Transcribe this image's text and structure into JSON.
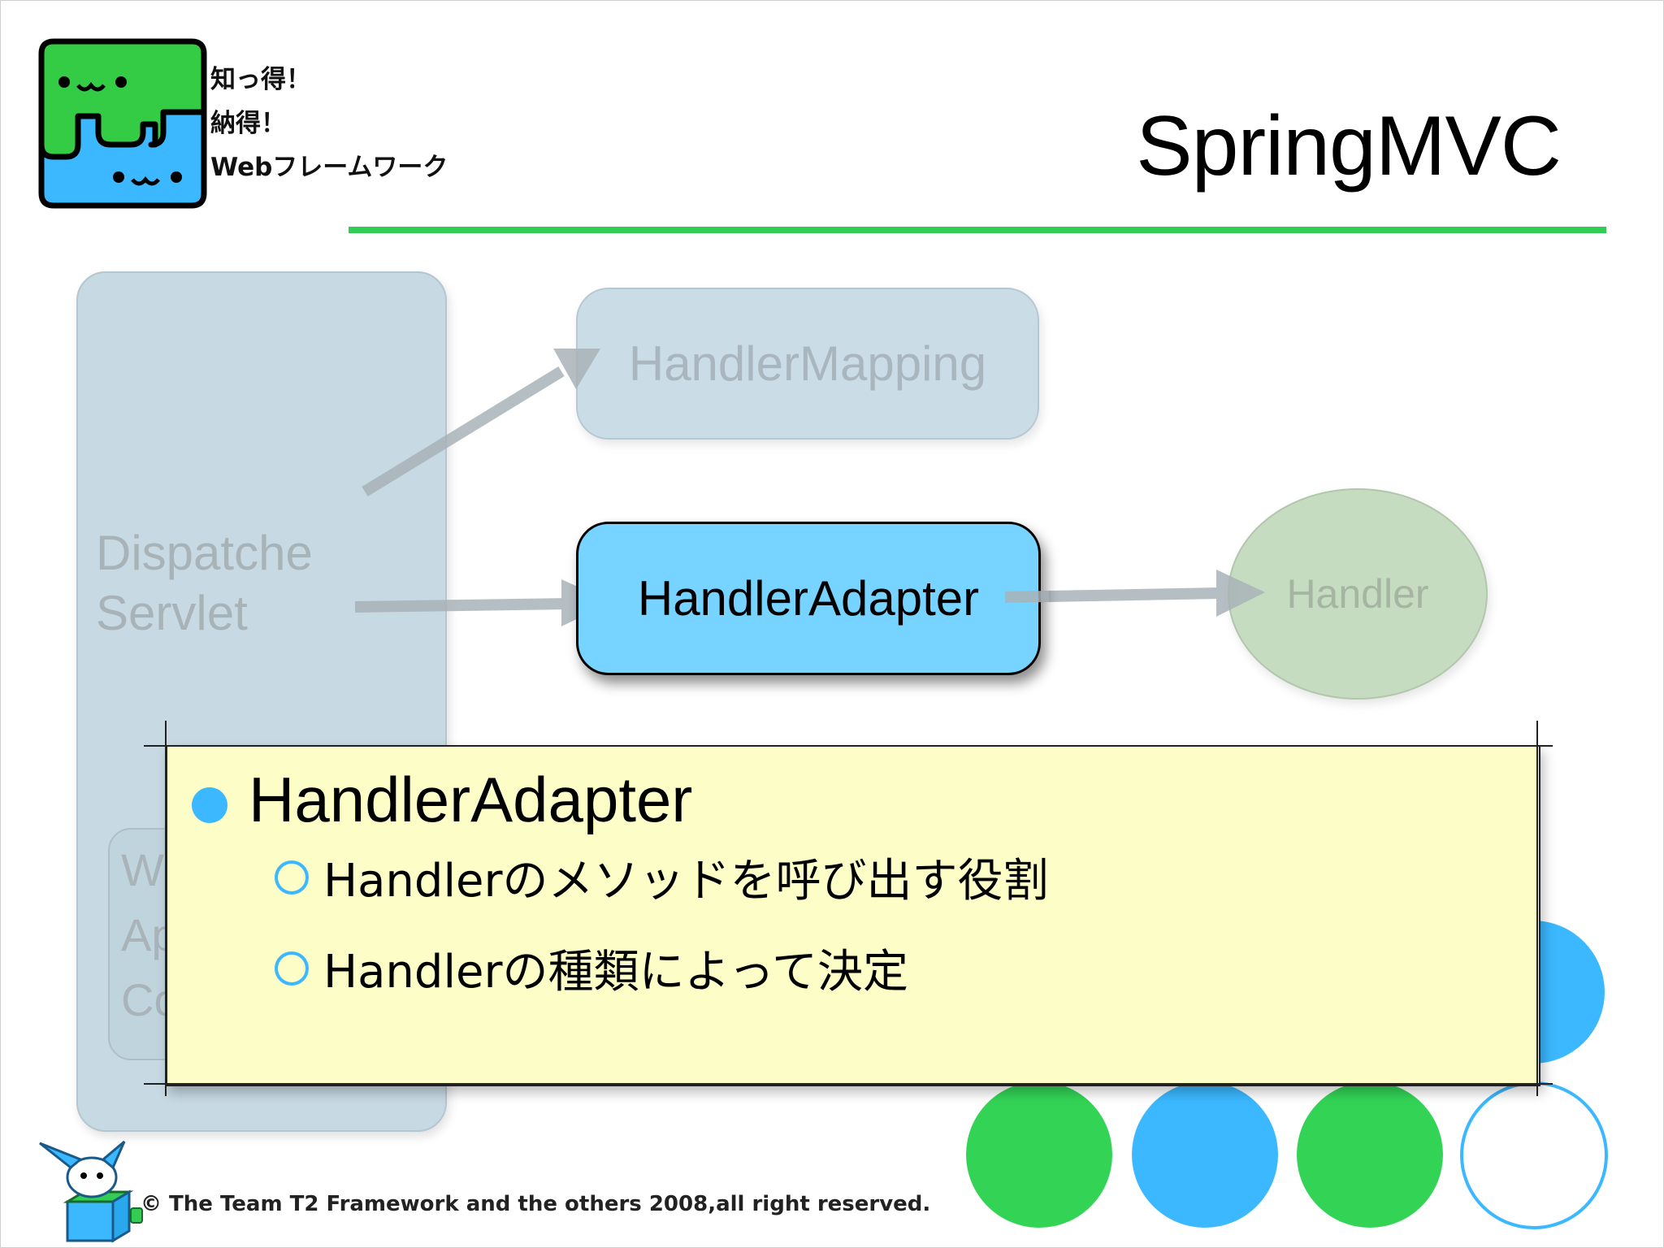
{
  "logo": {
    "lines": [
      "知っ得！",
      "納得！",
      "Webフレームワーク"
    ]
  },
  "title": "SpringMVC",
  "diagram": {
    "dispatcher_label": "Dispatche\nServlet",
    "webapp_label": "W\nAp\nCo",
    "handler_mapping": "HandlerMapping",
    "handler_adapter": "HandlerAdapter",
    "handler": "Handler"
  },
  "callout": {
    "heading": "HandlerAdapter",
    "items": [
      "Handlerのメソッドを呼び出す役割",
      "Handlerの種類によって決定"
    ]
  },
  "footer": {
    "copyright": "© The Team T2 Framework and the others 2008,all right reserved."
  },
  "colors": {
    "accent_green": "#33cc55",
    "accent_blue": "#3bb8ff",
    "callout_bg": "#fdfdc8",
    "highlight_box": "#77d3ff"
  }
}
